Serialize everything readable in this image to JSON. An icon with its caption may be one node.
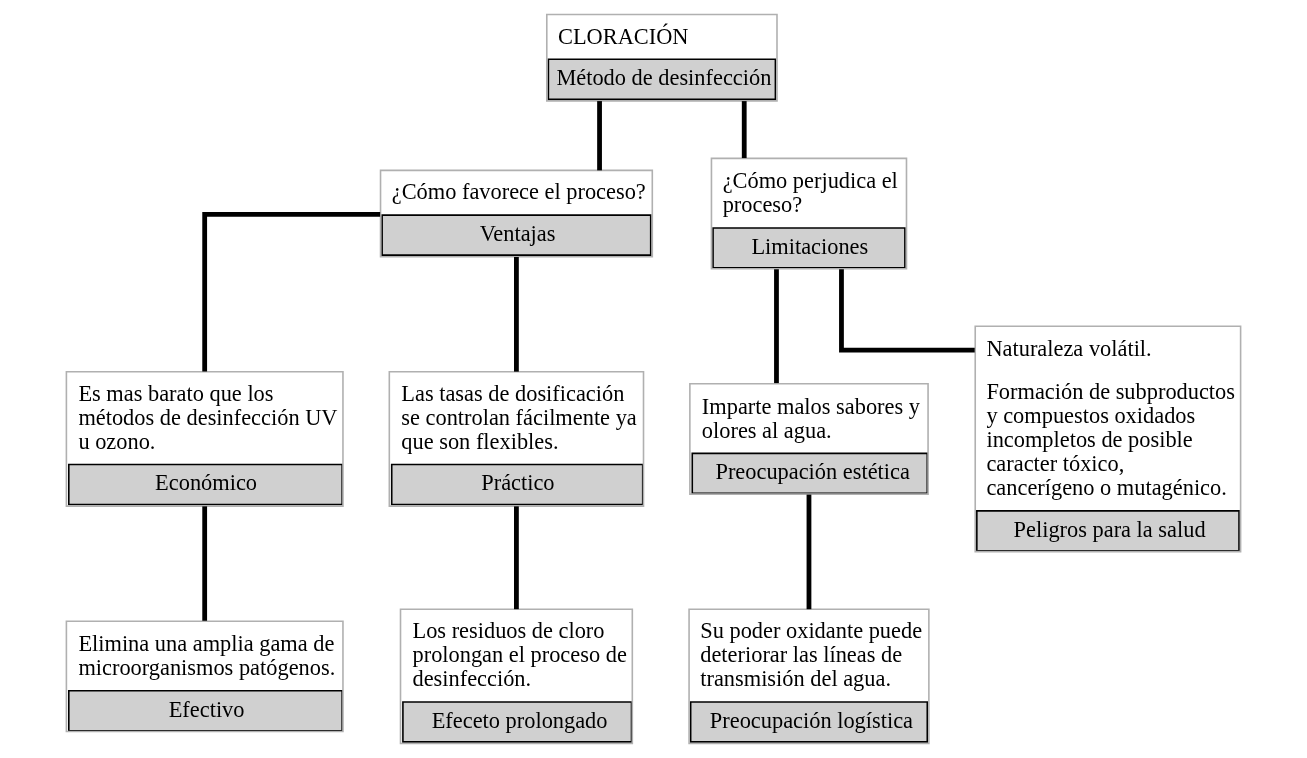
{
  "diagram": {
    "nodes": [
      {
        "text": [
          "CLORACIÓN",
          "Método de desinfección"
        ]
      },
      {
        "text": [
          "¿Cómo favorece el proceso?",
          "Ventajas"
        ]
      },
      {
        "text": [
          "¿Cómo perjudica el proceso?",
          "Limitaciones"
        ]
      },
      {
        "text": [
          "Es mas barato que los métodos de desinfección UV u ozono.",
          "Económico"
        ]
      },
      {
        "text": [
          "Las tasas de dosificación se controlan fácilmente ya que son flexibles.",
          "Práctico"
        ]
      },
      {
        "text": [
          "Imparte malos sabores y olores al agua.",
          "Preocupación estética"
        ]
      },
      {
        "text": [
          "Naturaleza volátil.",
          "Formación de subproductos y compuestos oxidados incompletos de posible caracter tóxico, cancerígeno o mutagénico.",
          "Peligros para la salud"
        ]
      },
      {
        "text": [
          "Elimina una amplia gama de microorganismos patógenos.",
          "Efectivo"
        ]
      },
      {
        "text": [
          "Los residuos de cloro prolongan el proceso de desinfección.",
          "Efeceto prolongado"
        ]
      },
      {
        "text": [
          "Su poder oxidante puede deteriorar las líneas de transmisión del agua.",
          "Preocupación logística"
        ]
      }
    ],
    "edges": [
      {
        "from": 0,
        "to": 1,
        "arrow": "none"
      },
      {
        "from": 0,
        "to": 2,
        "arrow": "none"
      },
      {
        "from": 1,
        "to": 3,
        "arrow": "none"
      },
      {
        "from": 1,
        "to": 4,
        "arrow": "none"
      },
      {
        "from": 2,
        "to": 5,
        "arrow": "none"
      },
      {
        "from": 2,
        "to": 6,
        "arrow": "none"
      },
      {
        "from": 3,
        "to": 7,
        "arrow": "none"
      },
      {
        "from": 4,
        "to": 8,
        "arrow": "none"
      },
      {
        "from": 5,
        "to": 9,
        "arrow": "none"
      }
    ]
  }
}
